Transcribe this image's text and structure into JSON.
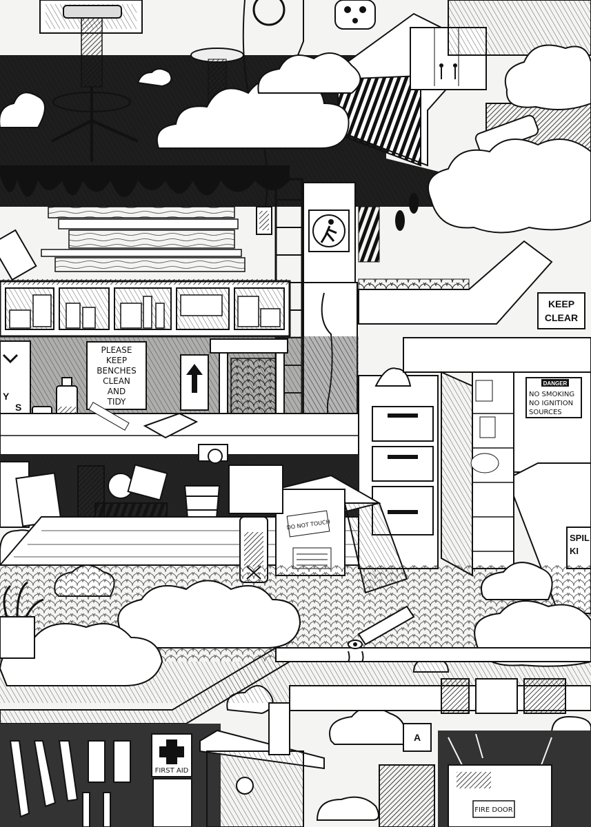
{
  "artwork": {
    "style": "black ink hatched illustration of a cluttered workshop",
    "palette": {
      "ink": "#111111",
      "paper": "#f4f4f2",
      "mid": "#555555",
      "dark": "#1c1c1c"
    }
  },
  "signs": {
    "benches": [
      "PLEASE",
      "KEEP",
      "BENCHES",
      "CLEAN",
      "AND",
      "TIDY"
    ],
    "keep_clear": [
      "KEEP",
      "CLEAR"
    ],
    "danger": {
      "header": "DANGER",
      "lines": [
        "NO SMOKING",
        "NO IGNITION",
        "SOURCES"
      ]
    },
    "do_not_touch": "DO NOT TOUCH",
    "spill_kit": [
      "SPIL",
      "KI"
    ],
    "first_aid": "FIRST AID",
    "fire_door": "FIRE DOOR",
    "partial_left": [
      "Y",
      "S"
    ],
    "box_label": "A"
  }
}
